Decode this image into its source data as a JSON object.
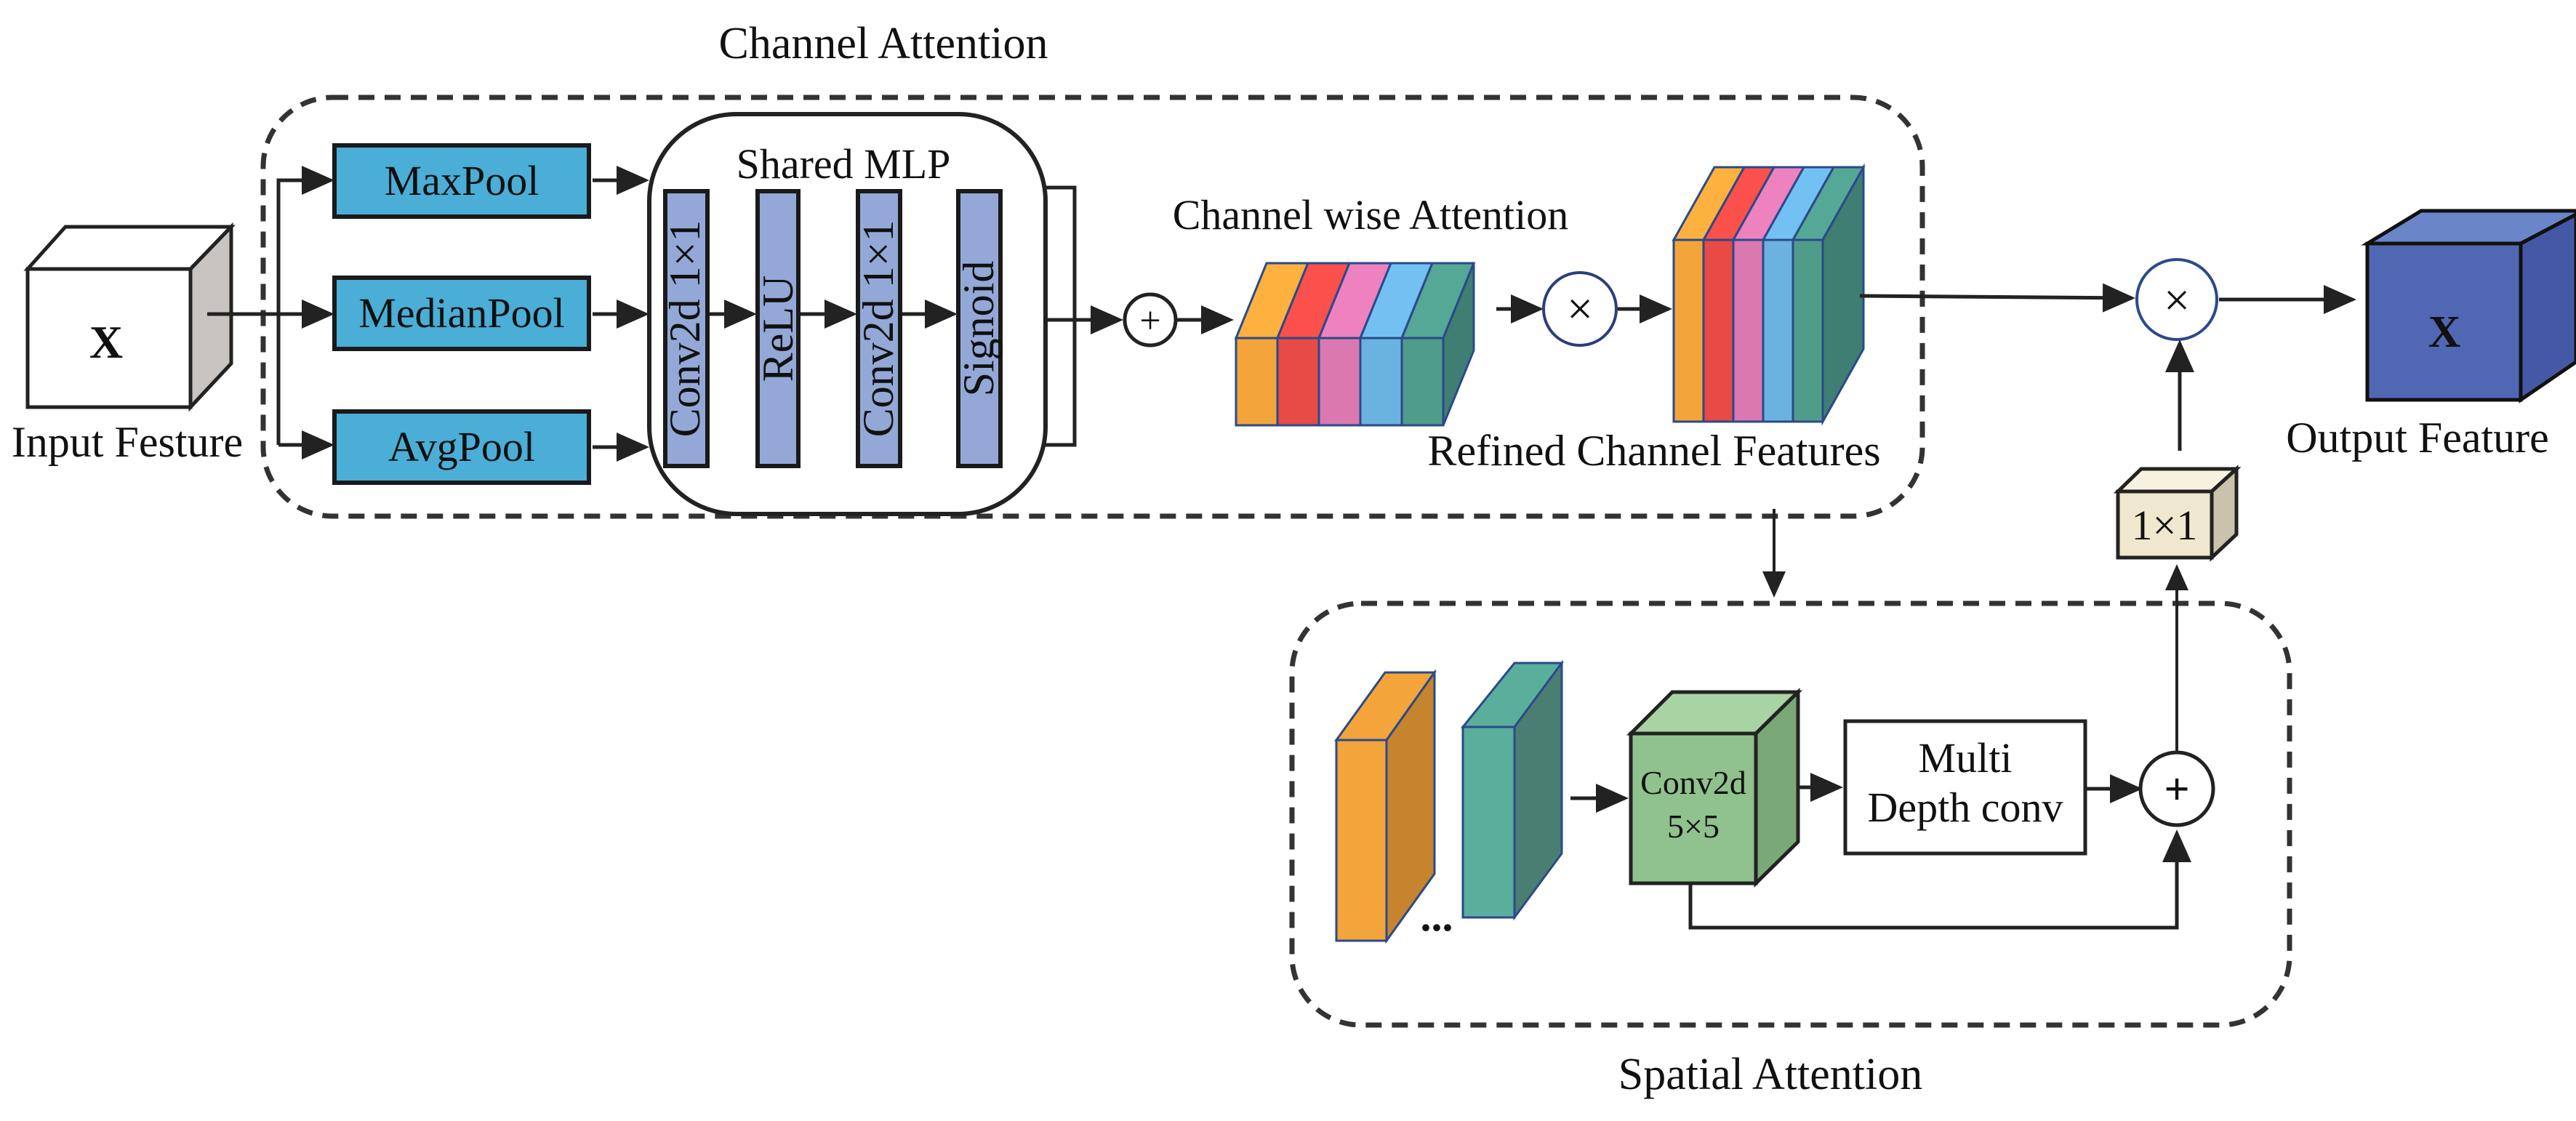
{
  "title": "CBAM-style attention module diagram",
  "channel_attention": {
    "label": "Channel Attention",
    "pools": [
      "MaxPool",
      "MedianPool",
      "AvgPool"
    ],
    "shared_mlp": {
      "label": "Shared MLP",
      "layers": [
        "Conv2d 1×1",
        "ReLU",
        "Conv2d 1×1",
        "Signoid"
      ]
    },
    "channel_wise_label": "Channel wise Attention",
    "refined_label": "Refined Channel Features",
    "add_symbol": "+",
    "multiply_symbol": "×"
  },
  "input": {
    "symbol": "X",
    "label": "Input Festure"
  },
  "output": {
    "symbol": "X",
    "label": "Output Feature"
  },
  "spatial_attention": {
    "label": "Spatial Attention",
    "conv_line1": "Conv2d",
    "conv_line2": "5×5",
    "multi_line1": "Multi",
    "multi_line2": "Depth conv",
    "ellipsis": "...",
    "add_symbol": "+"
  },
  "one_by_one": "1×1",
  "final_multiply_symbol": "×",
  "colors": {
    "pool_fill": "#4aaed6",
    "mlp_fill": "#93a8d6",
    "orange": "#f3a43a",
    "red": "#e84a45",
    "pink": "#dc78b0",
    "blue": "#6ab3e0",
    "teal": "#4f9c8a",
    "teal_dark": "#3f7e72",
    "output_cube": "#4d66b0",
    "conv_green": "#8fc28c",
    "one_by_one": "#efe8cf"
  }
}
